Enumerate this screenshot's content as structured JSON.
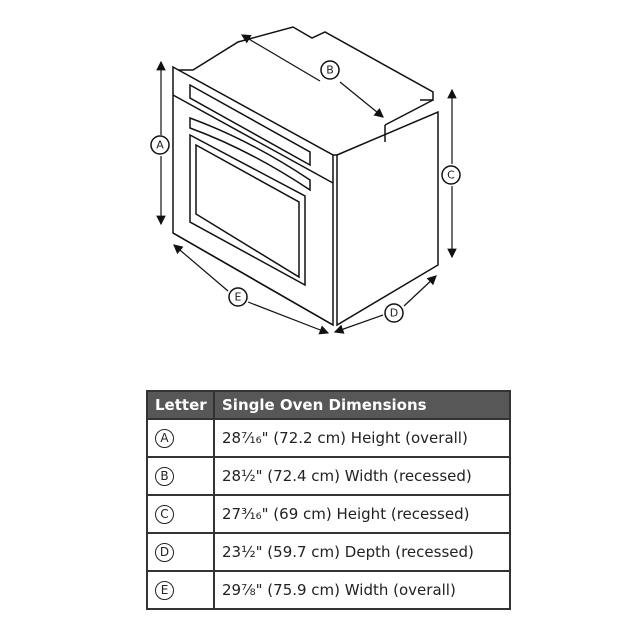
{
  "diagram": {
    "labels": [
      "A",
      "B",
      "C",
      "D",
      "E"
    ]
  },
  "table": {
    "headers": [
      "Letter",
      "Single Oven Dimensions"
    ],
    "rows": [
      {
        "letter": "A",
        "text": "28⁷⁄₁₆\" (72.2 cm) Height (overall)"
      },
      {
        "letter": "B",
        "text": "28½\" (72.4 cm) Width (recessed)"
      },
      {
        "letter": "C",
        "text": "27³⁄₁₆\" (69 cm) Height (recessed)"
      },
      {
        "letter": "D",
        "text": "23½\" (59.7 cm) Depth (recessed)"
      },
      {
        "letter": "E",
        "text": "29⅞\" (75.9 cm) Width (overall)"
      }
    ]
  }
}
